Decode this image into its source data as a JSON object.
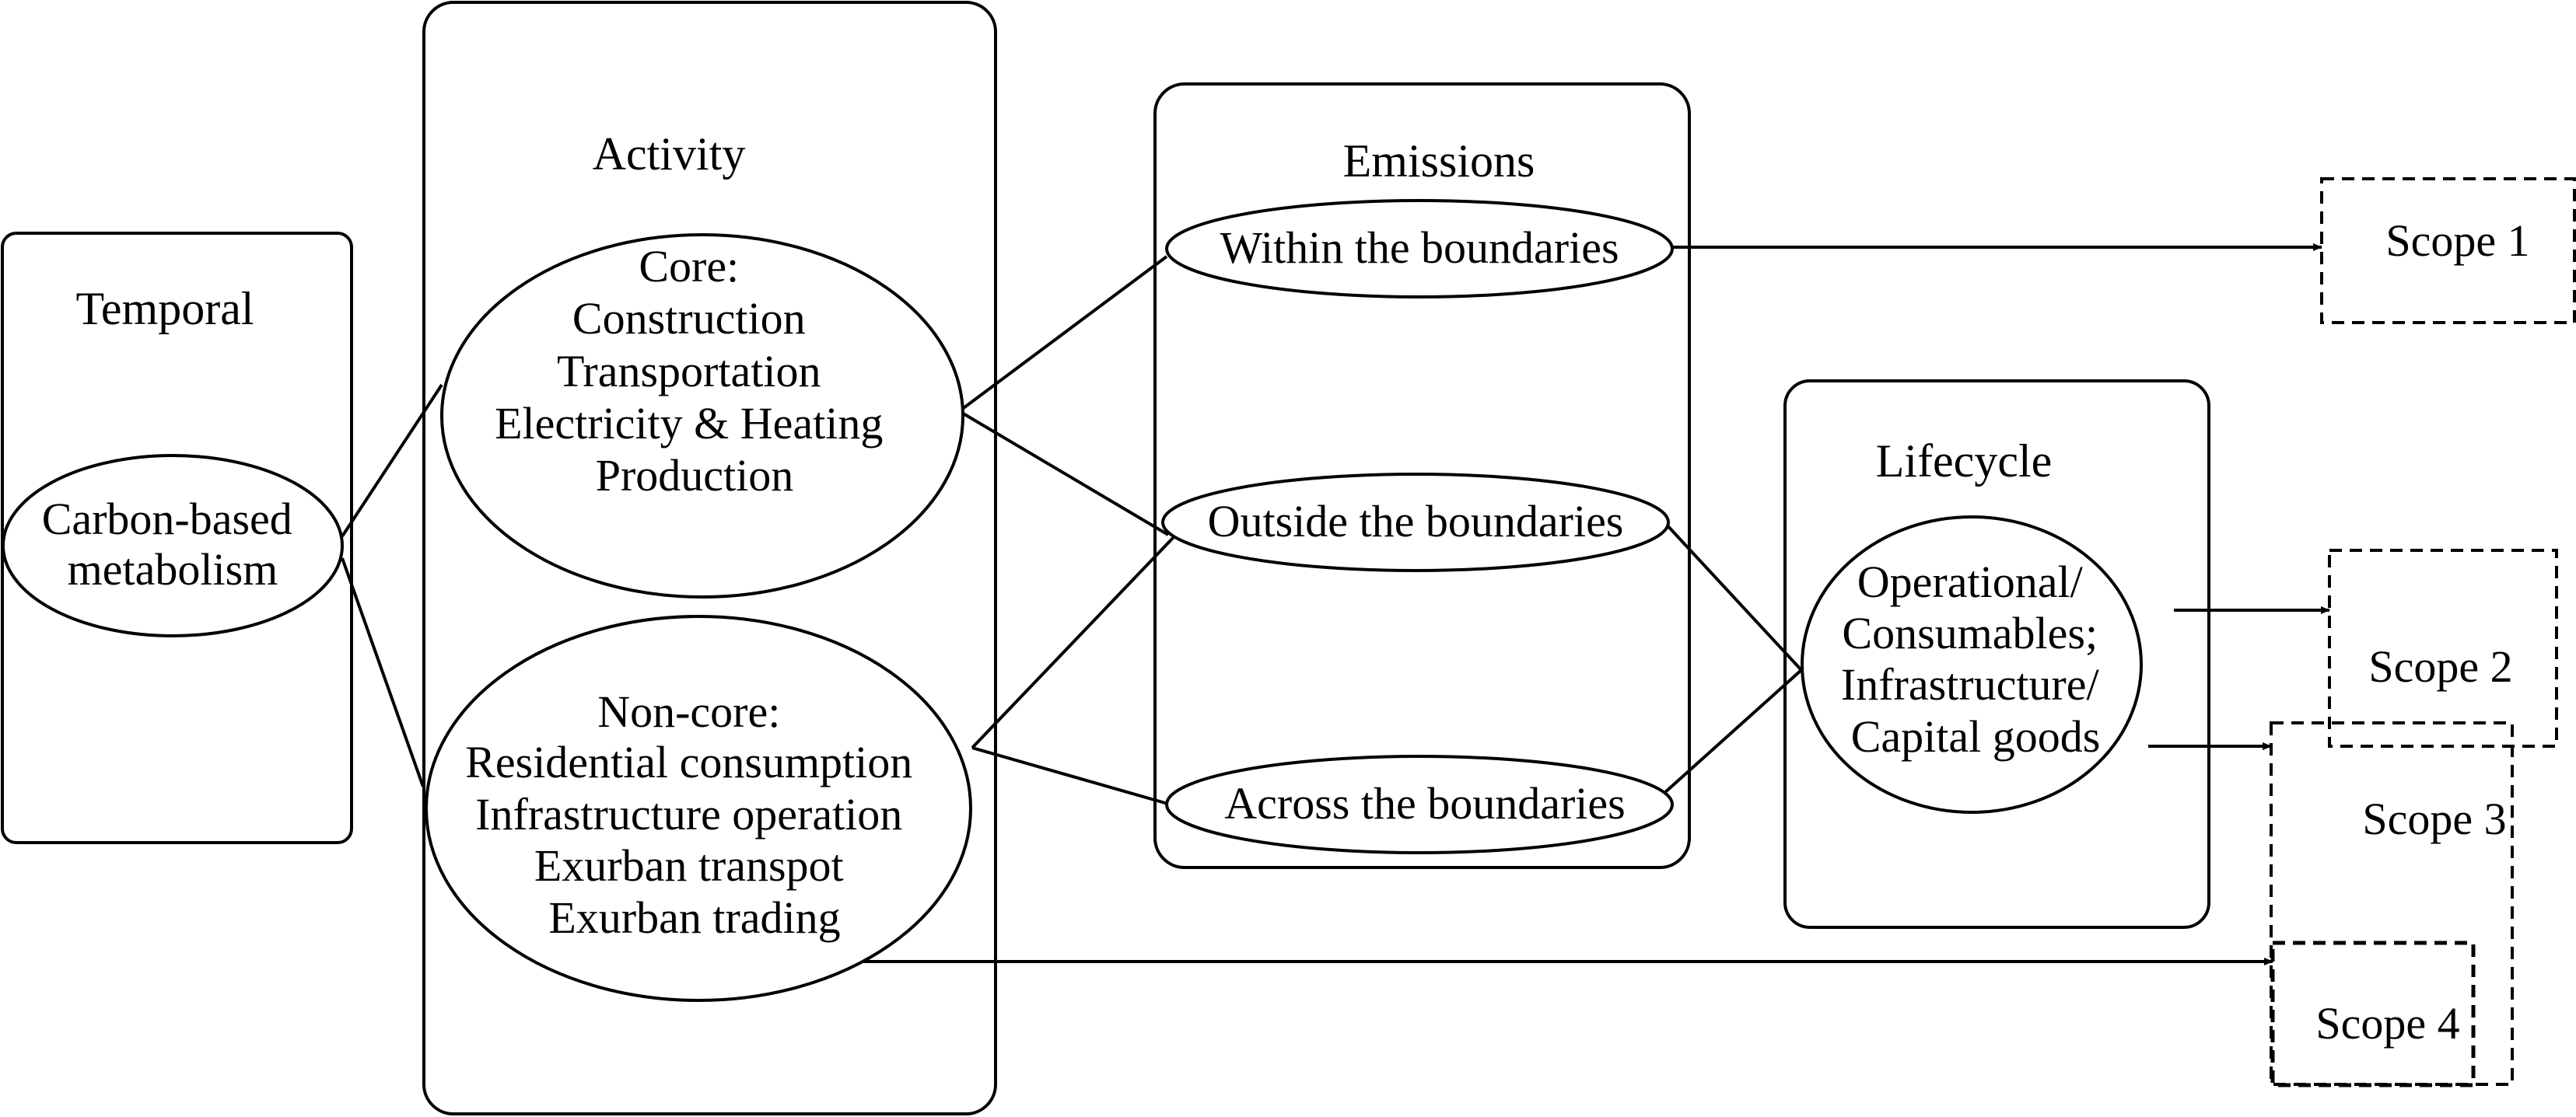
{
  "temporal": {
    "label": "Temporal",
    "node": [
      "Carbon-based",
      "metabolism"
    ]
  },
  "activity": {
    "label": "Activity",
    "core": [
      "Core:",
      "Construction",
      "Transportation",
      "Electricity & Heating",
      "Production"
    ],
    "noncore": [
      "Non-core:",
      "Residential consumption",
      "Infrastructure operation",
      "Exurban transpot",
      "Exurban trading"
    ]
  },
  "emissions": {
    "label": "Emissions",
    "within": "Within the boundaries",
    "outside": "Outside the boundaries",
    "across": "Across the boundaries"
  },
  "lifecycle": {
    "label": "Lifecycle",
    "node": [
      "Operational/",
      "Consumables;",
      "Infrastructure/",
      "Capital goods"
    ]
  },
  "scopes": {
    "scope1": "Scope 1",
    "scope2": "Scope 2",
    "scope3": "Scope 3",
    "scope4": "Scope 4"
  }
}
